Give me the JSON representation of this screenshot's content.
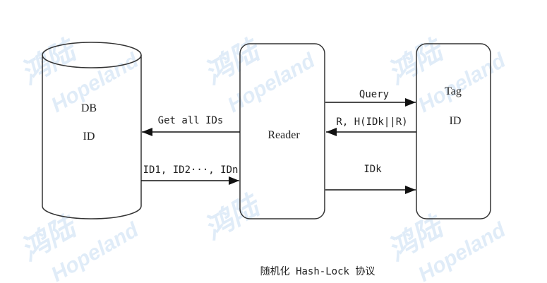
{
  "watermark": {
    "cn": "鸿陆",
    "en": "Hopeland"
  },
  "nodes": {
    "db_line1": "DB",
    "db_line2": "ID",
    "reader": "Reader",
    "tag_line1": "Tag",
    "tag_line2": "ID"
  },
  "messages": {
    "get_all": "Get all IDs",
    "ids": "ID1, ID2···, IDn",
    "query": "Query",
    "response": "R, H(IDk||R)",
    "idk": "IDk"
  },
  "caption": "随机化 Hash-Lock 协议"
}
